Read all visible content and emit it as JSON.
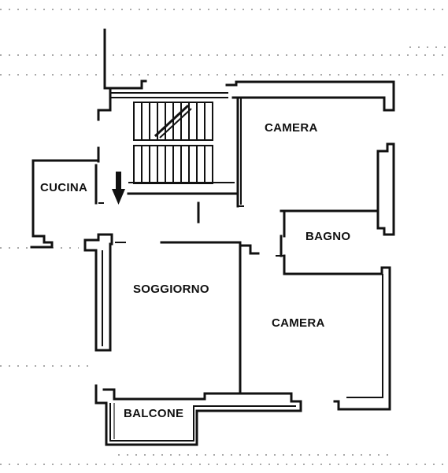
{
  "floor_plan": {
    "rooms": {
      "camera_top": "CAMERA",
      "cucina": "CUCINA",
      "bagno": "BAGNO",
      "soggiorno": "SOGGIORNO",
      "camera_bottom": "CAMERA",
      "balcone": "BALCONE"
    },
    "icons": {
      "stairs": "staircase",
      "entry_arrow": "arrow-down"
    },
    "colors": {
      "ink": "#111111",
      "background": "#ffffff"
    }
  }
}
